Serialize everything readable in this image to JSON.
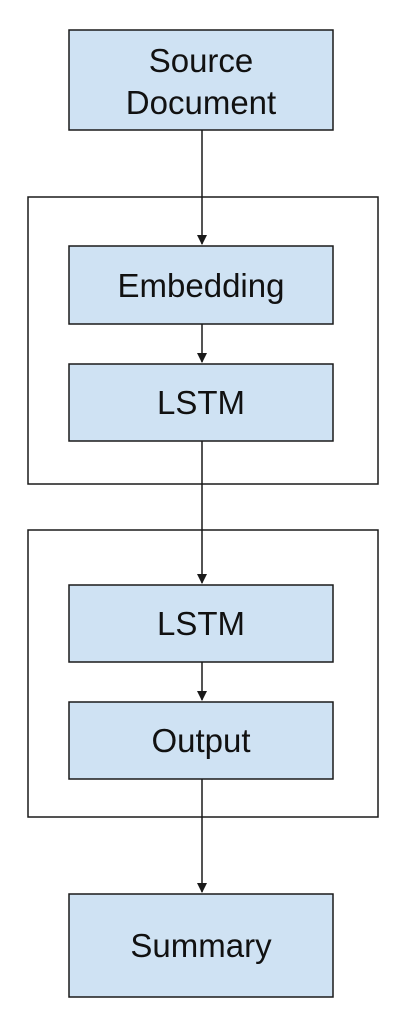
{
  "colors": {
    "node_fill": "#cfe2f3",
    "node_stroke": "#1a1a1a",
    "group_stroke": "#1a1a1a",
    "arrow": "#1a1a1a",
    "text": "#111111"
  },
  "nodes": {
    "source_line1": "Source",
    "source_line2": "Document",
    "embedding": "Embedding",
    "encoder_lstm": "LSTM",
    "decoder_lstm": "LSTM",
    "output": "Output",
    "summary": "Summary"
  }
}
